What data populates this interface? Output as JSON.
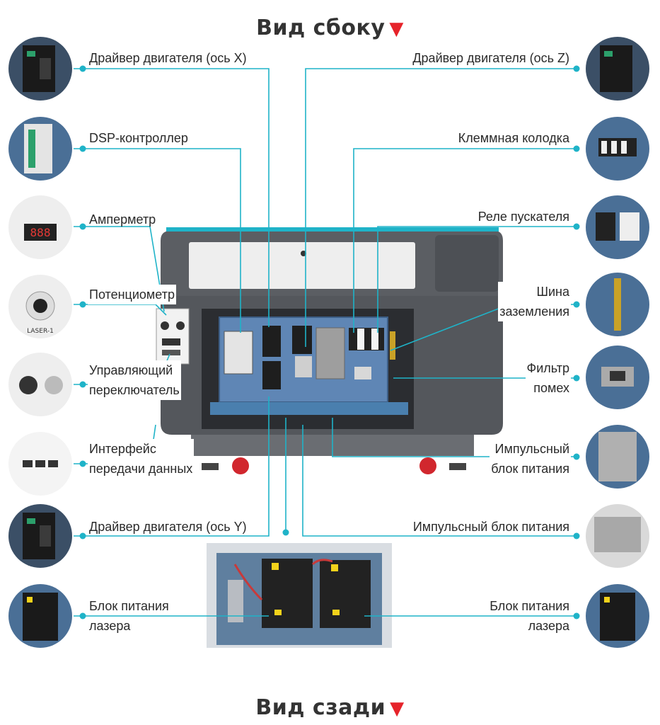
{
  "titles": {
    "side_view": "Вид сбоку",
    "rear_view": "Вид сзади",
    "arrow": "▼"
  },
  "labels_left": [
    {
      "id": "motor-driver-x",
      "lines": [
        "Драйвер двигателя (ось X)"
      ]
    },
    {
      "id": "dsp-controller",
      "lines": [
        "DSP-контроллер"
      ]
    },
    {
      "id": "ammeter",
      "lines": [
        "Амперметр"
      ]
    },
    {
      "id": "potentiometer",
      "lines": [
        "Потенциометр"
      ]
    },
    {
      "id": "control-switch",
      "lines": [
        "Управляющий",
        "переключатель"
      ]
    },
    {
      "id": "data-interface",
      "lines": [
        "Интерфейс",
        "передачи данных"
      ]
    },
    {
      "id": "motor-driver-y",
      "lines": [
        "Драйвер двигателя (ось Y)"
      ]
    },
    {
      "id": "laser-power-left",
      "lines": [
        "Блок питания",
        "лазера"
      ]
    }
  ],
  "labels_right": [
    {
      "id": "motor-driver-z",
      "lines": [
        "Драйвер двигателя (ось Z)"
      ]
    },
    {
      "id": "terminal-block",
      "lines": [
        "Клеммная колодка"
      ]
    },
    {
      "id": "starter-relay",
      "lines": [
        "Реле пускателя"
      ]
    },
    {
      "id": "ground-bus",
      "lines": [
        "Шина",
        "заземления"
      ]
    },
    {
      "id": "noise-filter",
      "lines": [
        "Фильтр",
        "помех"
      ]
    },
    {
      "id": "switching-psu",
      "lines": [
        "Импульсный",
        "блок питания"
      ]
    },
    {
      "id": "switching-psu-2",
      "lines": [
        "Импульсный блок питания"
      ]
    },
    {
      "id": "laser-power-right",
      "lines": [
        "Блок питания",
        "лазера"
      ]
    }
  ],
  "panel_text": {
    "ammeter_reading": "888",
    "potentiometer_brand": "LASER-1"
  },
  "colors": {
    "accent": "#1fb3c8",
    "arrow": "#e6232a",
    "body": "#5b5e63",
    "panel": "#4a7fae"
  }
}
